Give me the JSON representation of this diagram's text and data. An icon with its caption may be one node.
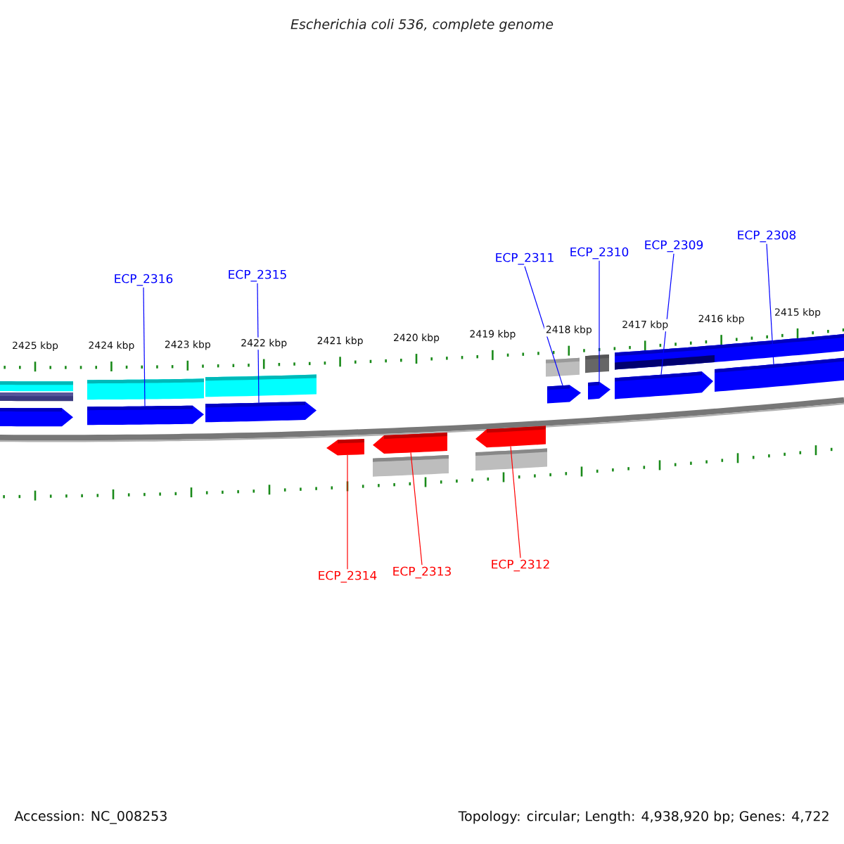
{
  "diagram": {
    "title": "Escherichia coli 536, complete genome",
    "nodes": [
      {
        "text": [
          "ECP_2316"
        ]
      },
      {
        "text": [
          "ECP_2315"
        ]
      },
      {
        "text": [
          "ECP_2311"
        ]
      },
      {
        "text": [
          "ECP_2310"
        ]
      },
      {
        "text": [
          "ECP_2309"
        ]
      },
      {
        "text": [
          "ECP_2308"
        ]
      },
      {
        "text": [
          "ECP_2314"
        ]
      },
      {
        "text": [
          "ECP_2313"
        ]
      },
      {
        "text": [
          "ECP_2312"
        ]
      },
      {
        "text": [],
        "shape": "bar"
      },
      {
        "text": [],
        "shape": "bar"
      },
      {
        "text": [],
        "shape": "bar"
      },
      {
        "text": [],
        "shape": "bar"
      },
      {
        "text": [],
        "shape": "bar"
      },
      {
        "text": [],
        "shape": "bar"
      },
      {
        "text": [],
        "shape": "bar"
      },
      {
        "text": [],
        "shape": "bar"
      },
      {
        "text": [],
        "shape": "bar"
      },
      {
        "text": [],
        "shape": "bar"
      }
    ],
    "edges": [
      {
        "from": 0,
        "to": 10,
        "arrow": "none"
      },
      {
        "from": 1,
        "to": 11,
        "arrow": "none"
      },
      {
        "from": 2,
        "to": 12,
        "arrow": "none"
      },
      {
        "from": 3,
        "to": 13,
        "arrow": "none"
      },
      {
        "from": 4,
        "to": 14,
        "arrow": "none"
      },
      {
        "from": 5,
        "to": 15,
        "arrow": "none"
      },
      {
        "from": 6,
        "to": 16,
        "arrow": "none",
        "color": "#ff0000"
      },
      {
        "from": 7,
        "to": 17,
        "arrow": "none",
        "color": "#ff0000"
      },
      {
        "from": 8,
        "to": 18,
        "arrow": "none",
        "color": "#ff0000"
      }
    ],
    "labels": [
      "2425 kbp",
      "2424 kbp",
      "2423 kbp",
      "2422 kbp",
      "2421 kbp",
      "2420 kbp",
      "2419 kbp",
      "2418 kbp",
      "2417 kbp",
      "2416 kbp",
      "2415 kbp",
      "Accession: NC_008253",
      "Topology: circular; Length: 4,938,920 bp; Genes: 4,722"
    ]
  }
}
